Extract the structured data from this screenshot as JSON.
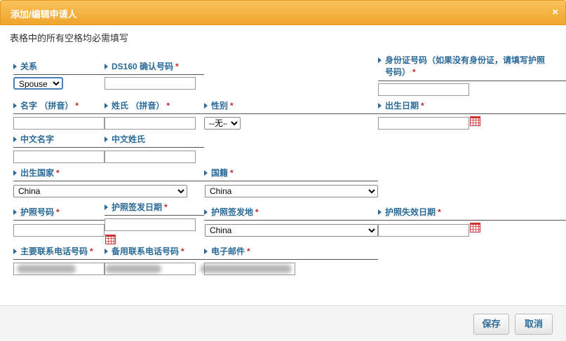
{
  "dialog": {
    "title": "添加/编辑申请人",
    "close": "×",
    "note": "表格中的所有空格均必需填写"
  },
  "fields": {
    "relation": {
      "label": "关系",
      "value": "Spouse"
    },
    "ds160": {
      "label": "DS160 确认号码",
      "req": "*"
    },
    "id_number": {
      "label_line1": "身份证号码（如果没有身份证，请填写护照",
      "label_line2": "号码）",
      "req": "*"
    },
    "given_name_py": {
      "label": "名字 （拼音）",
      "req": "*"
    },
    "surname_py": {
      "label": "姓氏 （拼音）",
      "req": "*"
    },
    "gender": {
      "label": "性别",
      "req": "*",
      "value": "--无--"
    },
    "birth_date": {
      "label": "出生日期",
      "req": "*"
    },
    "given_name_cn": {
      "label": "中文名字"
    },
    "surname_cn": {
      "label": "中文姓氏"
    },
    "birth_country": {
      "label": "出生国家",
      "req": "*",
      "value": "China"
    },
    "nationality": {
      "label": "国籍",
      "req": "*",
      "value": "China"
    },
    "passport_no": {
      "label": "护照号码",
      "req": "*"
    },
    "passport_issue_date": {
      "label": "护照签发日期",
      "req": "*"
    },
    "passport_issue_place": {
      "label": "护照签发地",
      "req": "*",
      "value": "China"
    },
    "passport_expiry": {
      "label": "护照失效日期",
      "req": "*"
    },
    "phone_primary": {
      "label": "主要联系电话号码",
      "req": "*"
    },
    "phone_backup": {
      "label": "备用联系电话号码",
      "req": "*"
    },
    "email": {
      "label": "电子邮件",
      "req": "*"
    }
  },
  "buttons": {
    "save": "保存",
    "cancel": "取消"
  },
  "colors": {
    "titlebar": "#f0a52c",
    "label": "#2a6a98",
    "required": "#c0262b"
  }
}
